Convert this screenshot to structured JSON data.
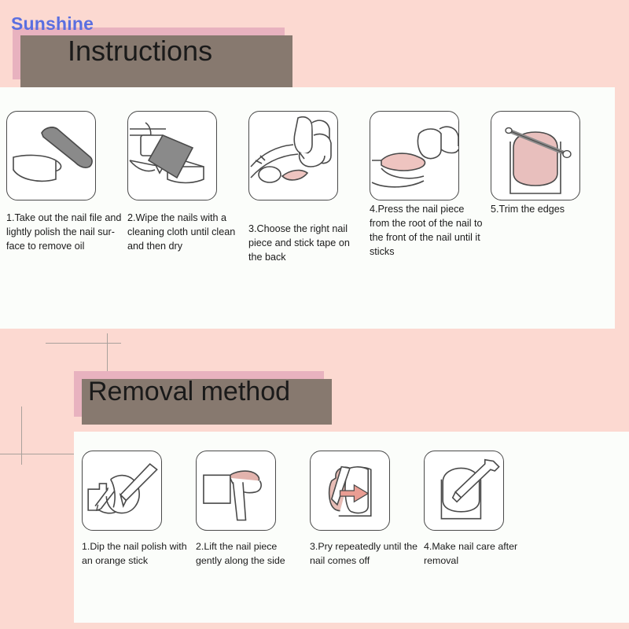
{
  "watermark": {
    "text": "Sunshine",
    "color": "#5b6fe0"
  },
  "colors": {
    "page_background": "#fcd9d1",
    "panel_background": "#fbfdfa",
    "header_badge": "#e8b2bf",
    "header_shadow": "#87796f",
    "text": "#1b1b1b",
    "nail_pink": "#e8b6b3",
    "tool_gray": "#8a8a8a",
    "outline": "#4a4a4a"
  },
  "sections": [
    {
      "id": "instructions",
      "title": "Instructions",
      "steps": [
        {
          "number": "1",
          "caption": "1.Take out the nail file and lightly polish the nail sur-face to remove oil",
          "icon": "nail-file-icon"
        },
        {
          "number": "2",
          "caption": "2.Wipe the nails with a cleaning cloth until clean and then dry",
          "icon": "cleaning-cloth-icon"
        },
        {
          "number": "3",
          "caption": "3.Choose the right nail piece and stick tape on the back",
          "icon": "choose-nail-piece-icon"
        },
        {
          "number": "4",
          "caption": "4.Press the nail piece from the root of the nail to the front of the nail until it sticks",
          "icon": "press-nail-piece-icon"
        },
        {
          "number": "5",
          "caption": "5.Trim the edges",
          "icon": "trim-edges-icon"
        }
      ]
    },
    {
      "id": "removal",
      "title": "Removal method",
      "steps": [
        {
          "number": "1",
          "caption": "1.Dip the nail polish with an orange stick",
          "icon": "dip-polish-icon"
        },
        {
          "number": "2",
          "caption": "2.Lift the nail piece gently along the side",
          "icon": "lift-nail-piece-icon"
        },
        {
          "number": "3",
          "caption": "3.Pry repeatedly until the nail comes off",
          "icon": "pry-nail-icon"
        },
        {
          "number": "4",
          "caption": "4.Make nail care after removal",
          "icon": "nail-care-icon"
        }
      ]
    }
  ],
  "decorations": [
    {
      "name": "crosshair-upper"
    },
    {
      "name": "crosshair-lower"
    }
  ]
}
